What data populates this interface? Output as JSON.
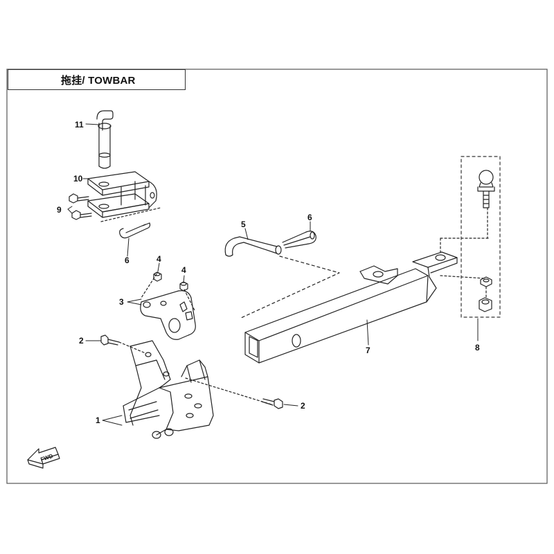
{
  "title": "拖挂/ TOWBAR",
  "fwd_label": "FWD",
  "callouts": [
    {
      "id": "c1",
      "text": "1"
    },
    {
      "id": "c2a",
      "text": "2"
    },
    {
      "id": "c2b",
      "text": "2"
    },
    {
      "id": "c3",
      "text": "3"
    },
    {
      "id": "c4a",
      "text": "4"
    },
    {
      "id": "c4b",
      "text": "4"
    },
    {
      "id": "c5",
      "text": "5"
    },
    {
      "id": "c6a",
      "text": "6"
    },
    {
      "id": "c6b",
      "text": "6"
    },
    {
      "id": "c7",
      "text": "7"
    },
    {
      "id": "c8",
      "text": "8"
    },
    {
      "id": "c9",
      "text": "9"
    },
    {
      "id": "c10",
      "text": "10"
    },
    {
      "id": "c11",
      "text": "11"
    }
  ]
}
